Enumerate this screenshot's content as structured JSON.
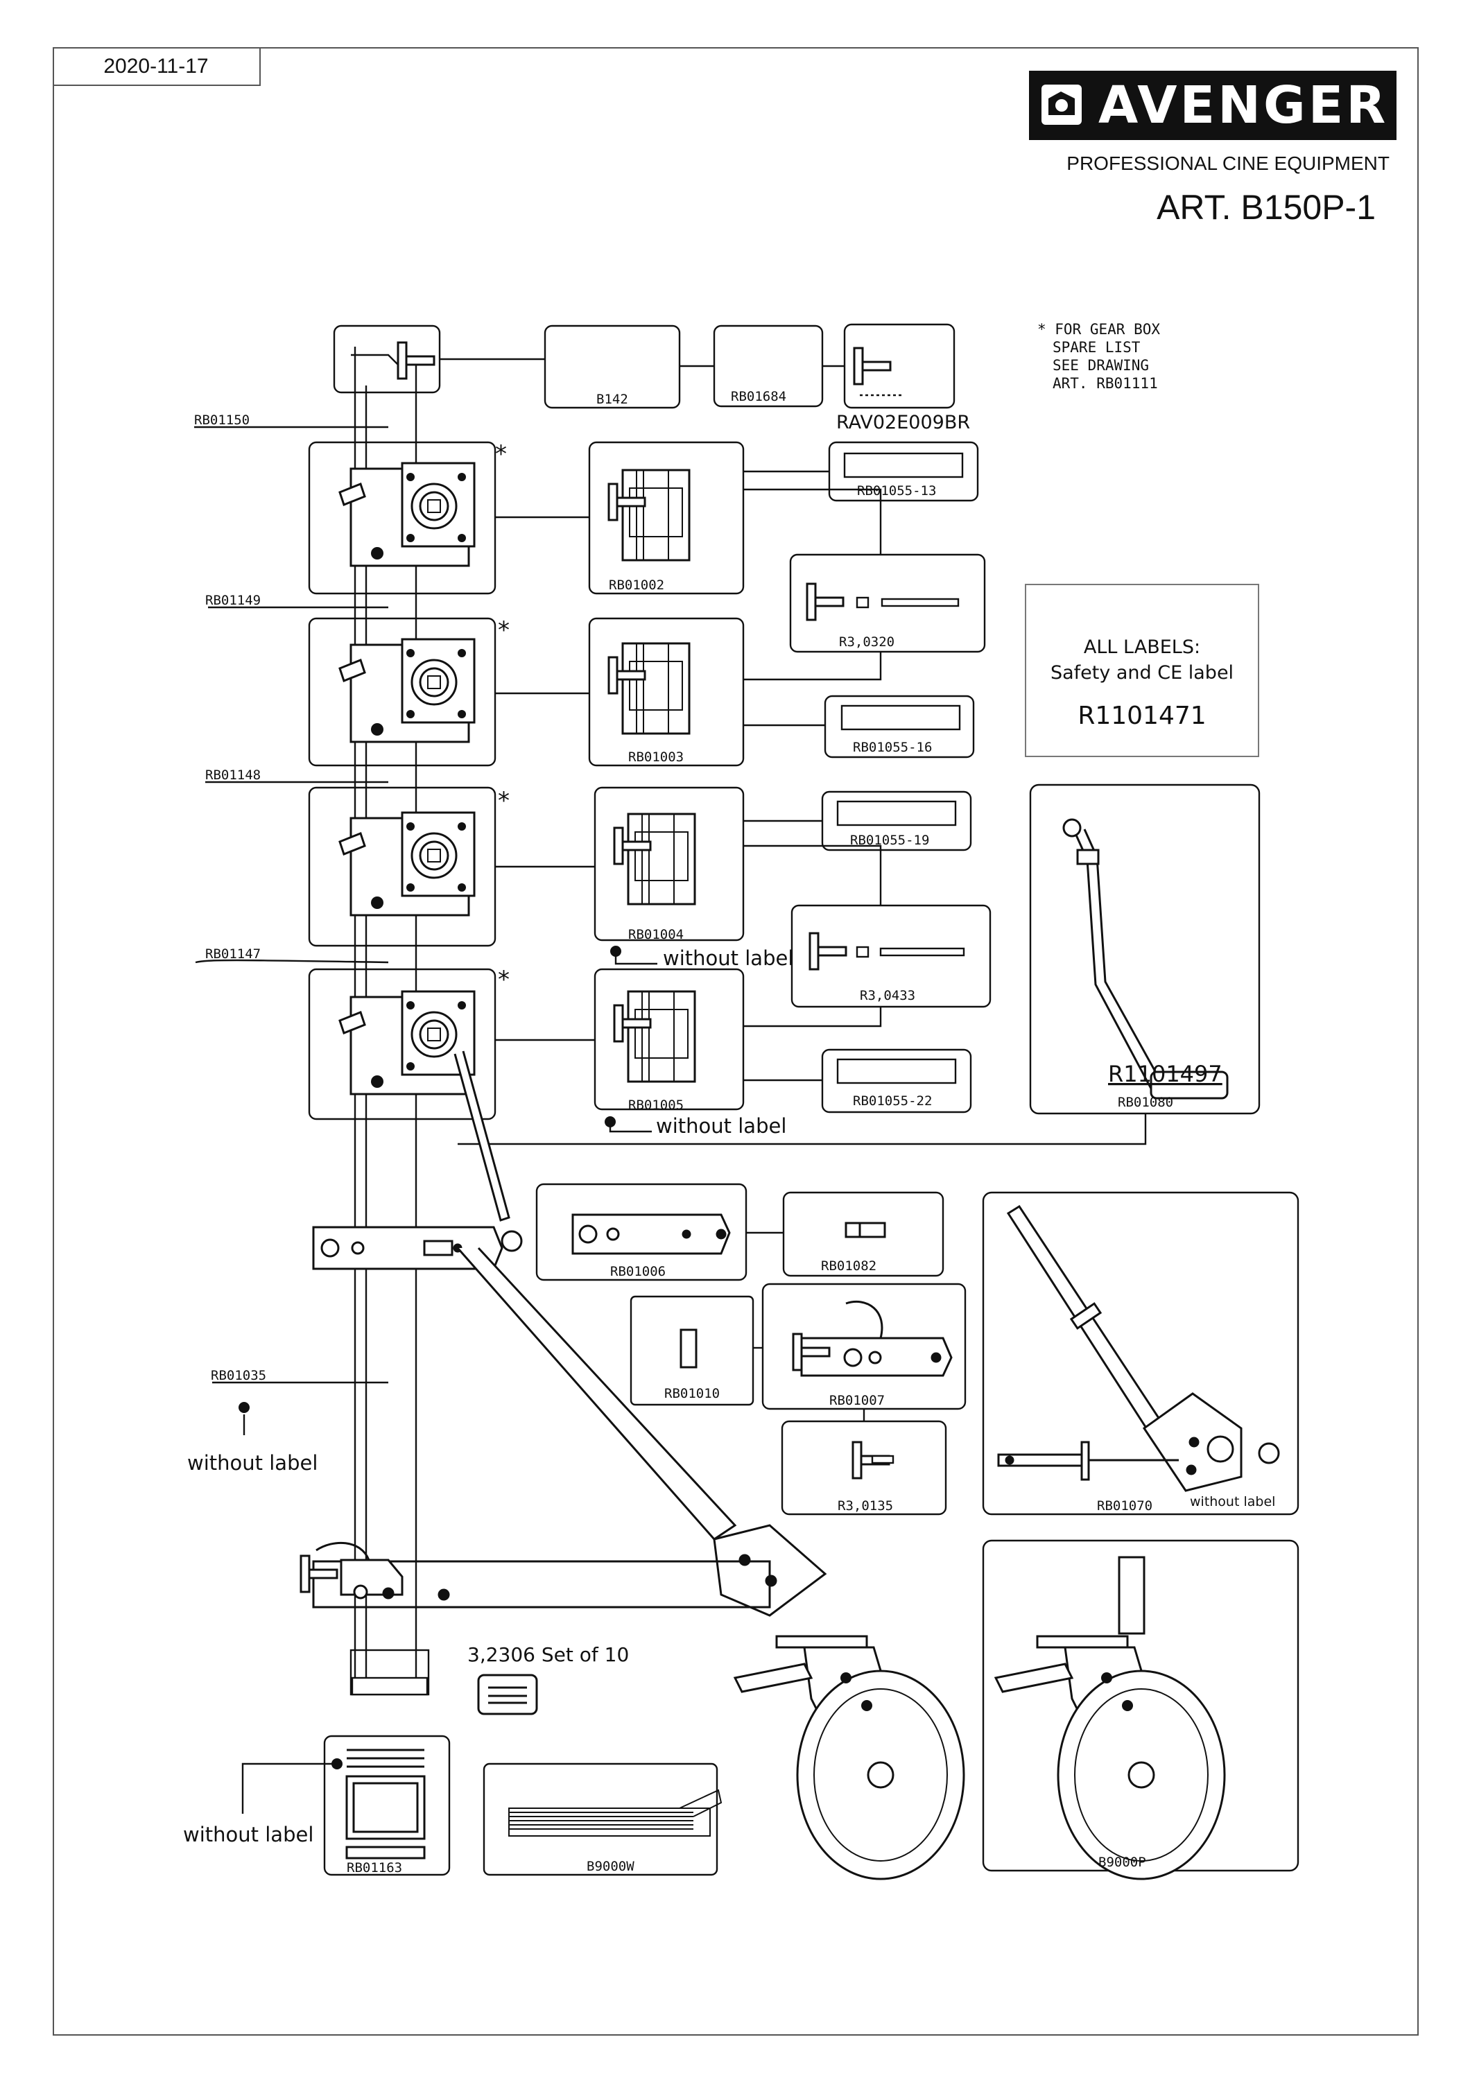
{
  "header": {
    "date": "2020-11-17",
    "brand": "AVENGER",
    "tagline": "PROFESSIONAL CINE EQUIPMENT",
    "article": "ART. B150P-1"
  },
  "notes": {
    "gear_box": [
      "* FOR GEAR BOX",
      "SPARE LIST",
      "SEE DRAWING",
      "ART. RB01111"
    ],
    "labels_box": {
      "title": "ALL LABELS:",
      "subtitle": "Safety and CE label",
      "code": "R1101471"
    }
  },
  "parts": {
    "rb01150": "RB01150",
    "rb01149": "RB01149",
    "rb01148": "RB01148",
    "rb01147": "RB01147",
    "b142": "B142",
    "rb01684": "RB01684",
    "rav02e009br": "RAV02E009BR",
    "rb01002": "RB01002",
    "rb01003": "RB01003",
    "rb01004": "RB01004",
    "rb01005": "RB01005",
    "rb01055_13": "RB01055-13",
    "rb01055_16": "RB01055-16",
    "rb01055_19": "RB01055-19",
    "rb01055_22": "RB01055-22",
    "r3_0320": "R3,0320",
    "r3_0433": "R3,0433",
    "r1101497": "R1101497",
    "rb01080": "RB01080",
    "rb01006": "RB01006",
    "rb01082": "RB01082",
    "rb01010": "RB01010",
    "rb01007": "RB01007",
    "r3_0135": "R3,0135",
    "rb01070": "RB01070",
    "rb01035": "RB01035",
    "set_3_2306": "3,2306 Set of 10",
    "rb01163": "RB01163",
    "b9000w": "B9000W",
    "b9000p": "B9000P",
    "asterisk": "*",
    "without_label": "without label"
  },
  "colors": {
    "ink": "#111111",
    "frame": "#555555",
    "logo_bg": "#111111",
    "logo_fg": "#ffffff"
  }
}
